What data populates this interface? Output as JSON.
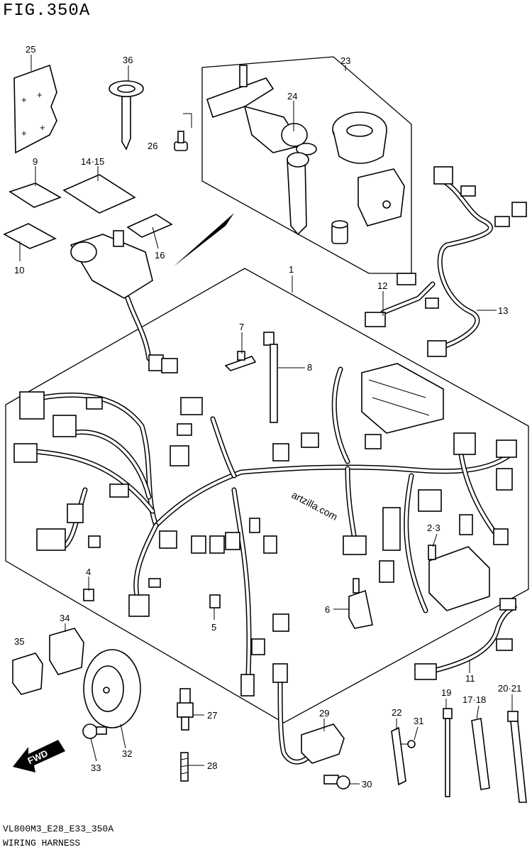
{
  "figure": {
    "title": "FIG.350A",
    "code": "VL800M3_E28_E33_350A",
    "name": "WIRING HARNESS",
    "watermark": "artzilla.com",
    "fwd_label": "FWD"
  },
  "callouts": [
    {
      "id": "c1",
      "text": "1"
    },
    {
      "id": "c23",
      "text": "23"
    },
    {
      "id": "c24",
      "text": "24"
    },
    {
      "id": "c25",
      "text": "25"
    },
    {
      "id": "c36",
      "text": "36"
    },
    {
      "id": "c26",
      "text": "26"
    },
    {
      "id": "c9",
      "text": "9"
    },
    {
      "id": "c1415",
      "text": "14·15"
    },
    {
      "id": "c16",
      "text": "16"
    },
    {
      "id": "c10",
      "text": "10"
    },
    {
      "id": "c12",
      "text": "12"
    },
    {
      "id": "c13",
      "text": "13"
    },
    {
      "id": "c7",
      "text": "7"
    },
    {
      "id": "c8",
      "text": "8"
    },
    {
      "id": "c23b",
      "text": "2·3"
    },
    {
      "id": "c4",
      "text": "4"
    },
    {
      "id": "c5",
      "text": "5"
    },
    {
      "id": "c6",
      "text": "6"
    },
    {
      "id": "c11",
      "text": "11"
    },
    {
      "id": "c34",
      "text": "34"
    },
    {
      "id": "c35",
      "text": "35"
    },
    {
      "id": "c27",
      "text": "27"
    },
    {
      "id": "c28",
      "text": "28"
    },
    {
      "id": "c32",
      "text": "32"
    },
    {
      "id": "c33",
      "text": "33"
    },
    {
      "id": "c29",
      "text": "29"
    },
    {
      "id": "c30",
      "text": "30"
    },
    {
      "id": "c22",
      "text": "22"
    },
    {
      "id": "c31",
      "text": "31"
    },
    {
      "id": "c19",
      "text": "19"
    },
    {
      "id": "c1718",
      "text": "17·18"
    },
    {
      "id": "c2021",
      "text": "20·21"
    }
  ]
}
